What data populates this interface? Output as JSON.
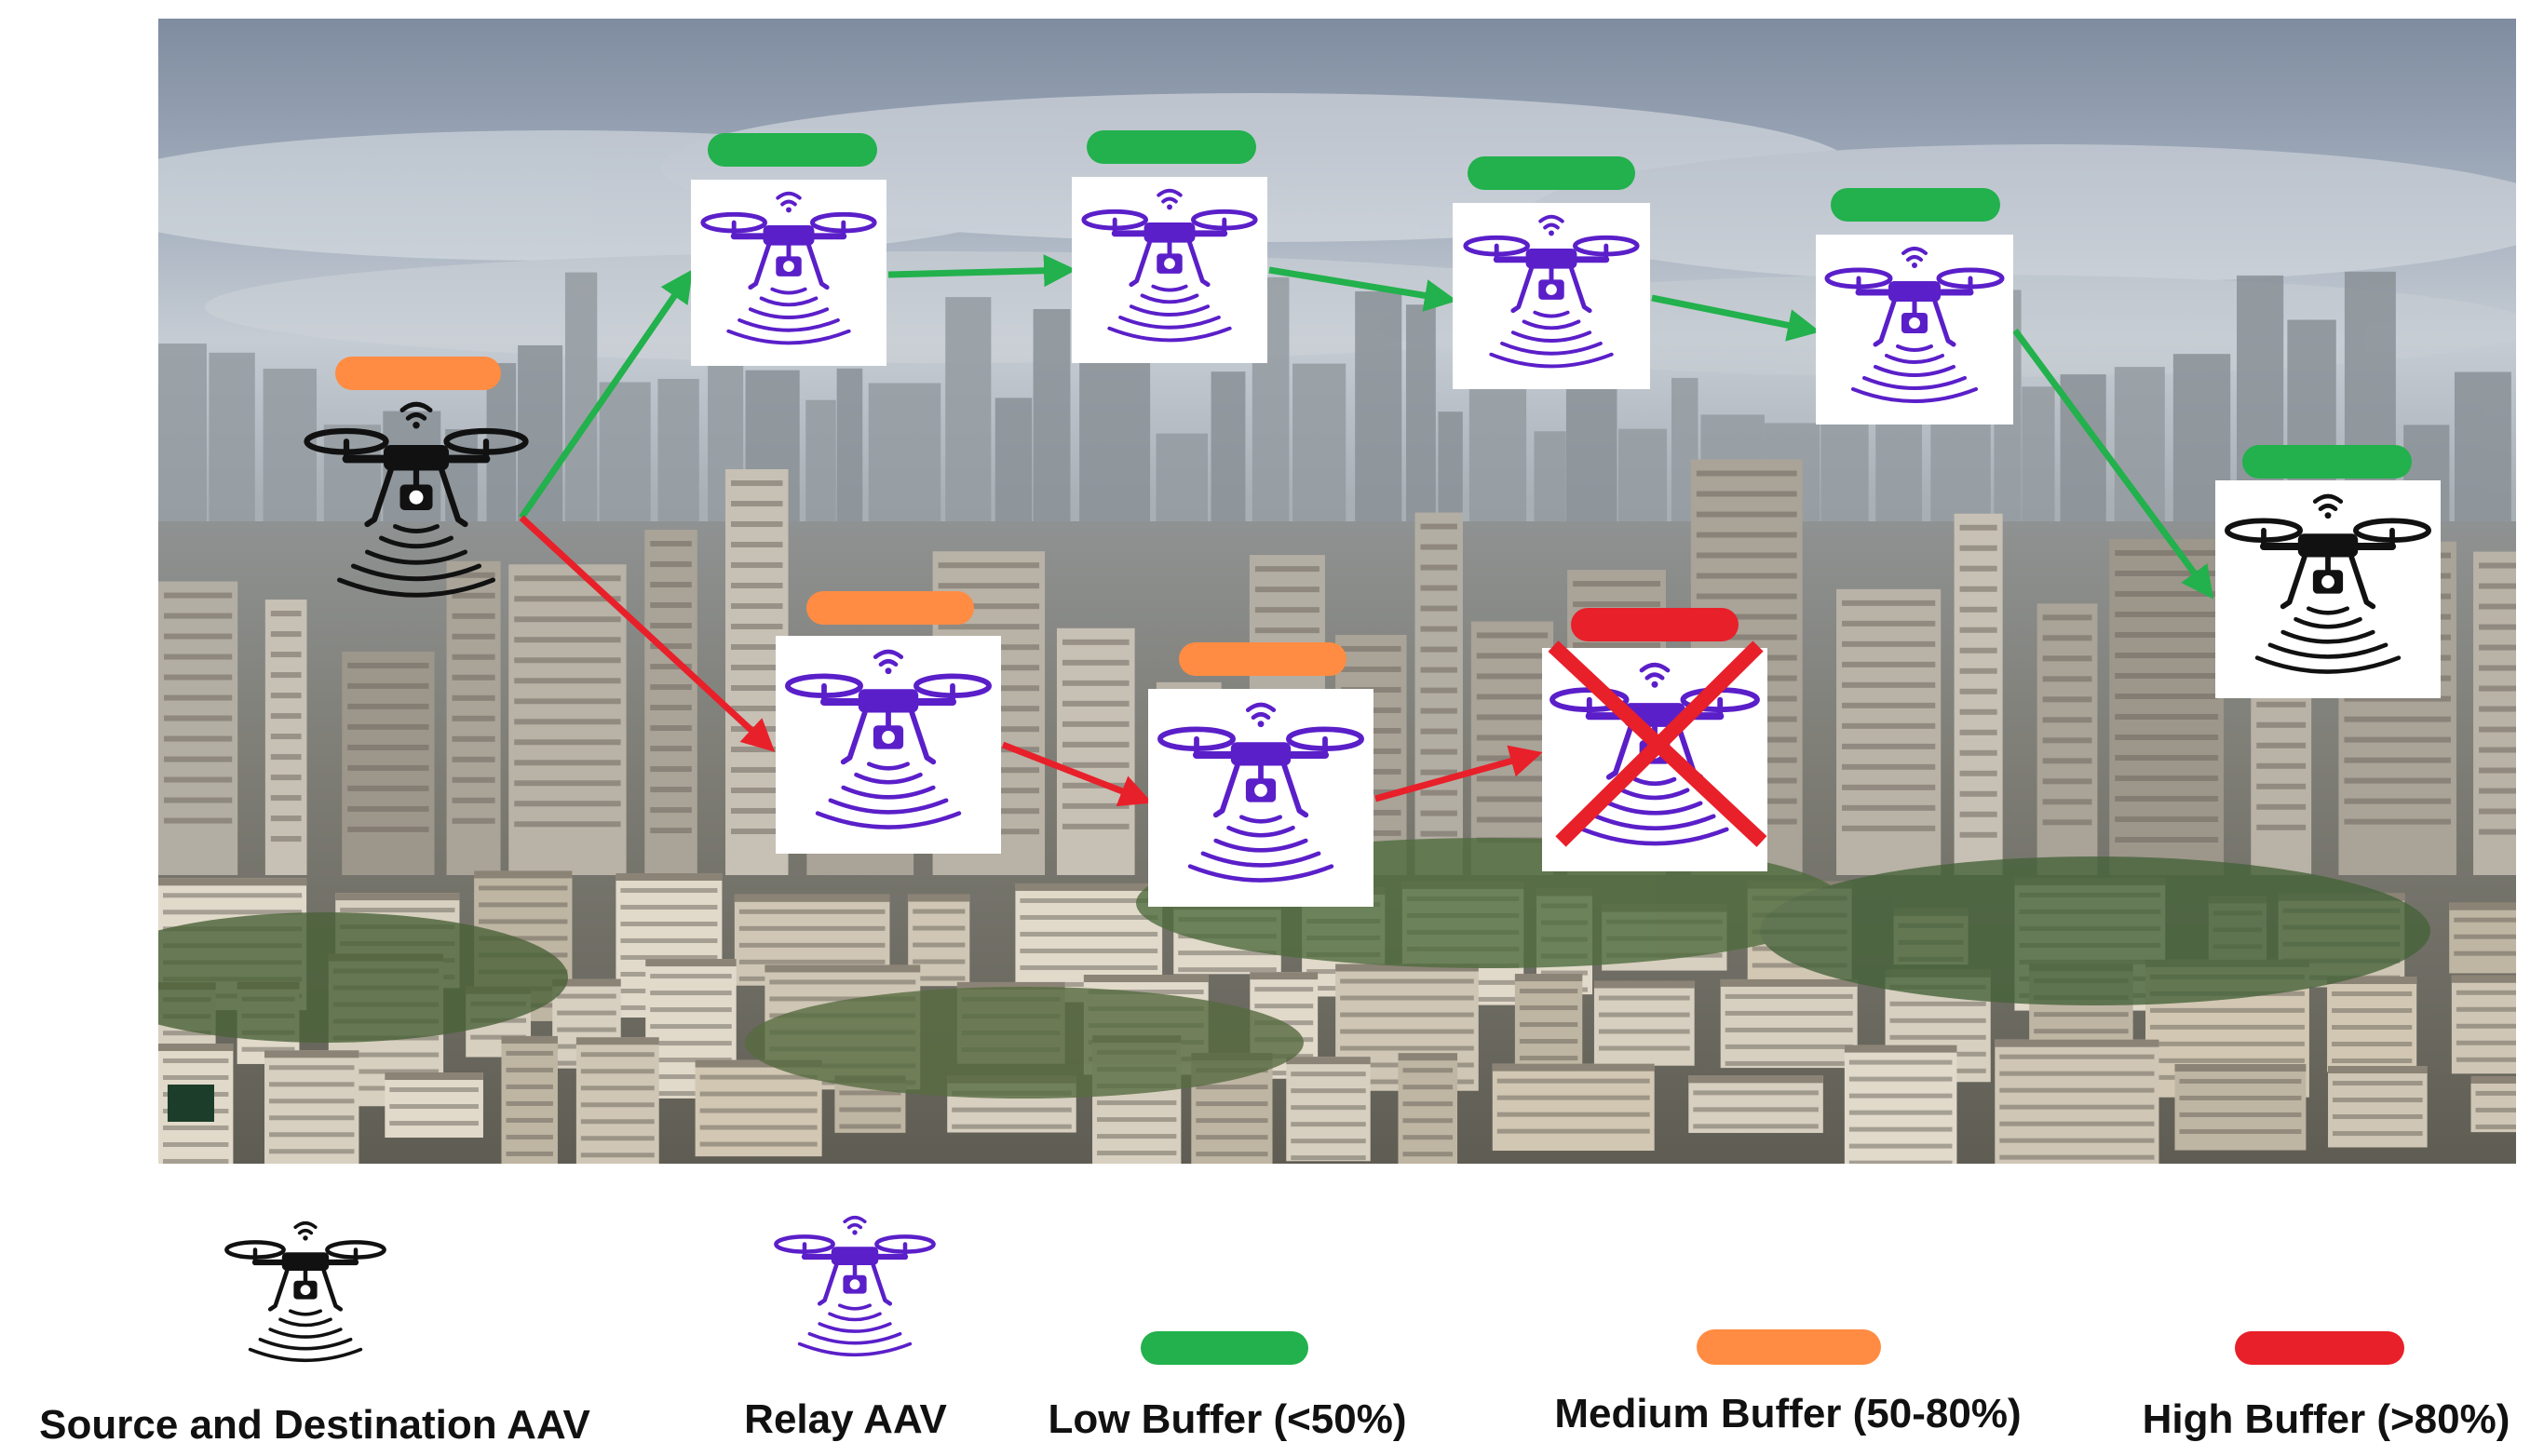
{
  "colors": {
    "low": "#22b14c",
    "medium": "#ff8c42",
    "high": "#e8202a",
    "relay": "#5a1fc9",
    "endpoint": "#111111",
    "primary_link": "#22b14c",
    "congested_link": "#e8202a"
  },
  "nodes": [
    {
      "id": "source",
      "kind": "endpoint",
      "buffer": "medium",
      "failed": false,
      "icon": "drone-icon"
    },
    {
      "id": "relay-1",
      "kind": "relay",
      "buffer": "low",
      "failed": false,
      "icon": "drone-icon"
    },
    {
      "id": "relay-2",
      "kind": "relay",
      "buffer": "low",
      "failed": false,
      "icon": "drone-icon"
    },
    {
      "id": "relay-3",
      "kind": "relay",
      "buffer": "low",
      "failed": false,
      "icon": "drone-icon"
    },
    {
      "id": "relay-4",
      "kind": "relay",
      "buffer": "low",
      "failed": false,
      "icon": "drone-icon"
    },
    {
      "id": "destination",
      "kind": "endpoint",
      "buffer": "low",
      "failed": false,
      "icon": "drone-icon"
    },
    {
      "id": "relay-5",
      "kind": "relay",
      "buffer": "medium",
      "failed": false,
      "icon": "drone-icon"
    },
    {
      "id": "relay-6",
      "kind": "relay",
      "buffer": "medium",
      "failed": false,
      "icon": "drone-icon"
    },
    {
      "id": "relay-7",
      "kind": "relay",
      "buffer": "high",
      "failed": true,
      "icon": "drone-icon"
    }
  ],
  "edges": [
    {
      "from": "source",
      "to": "relay-1",
      "path": "green"
    },
    {
      "from": "relay-1",
      "to": "relay-2",
      "path": "green"
    },
    {
      "from": "relay-2",
      "to": "relay-3",
      "path": "green"
    },
    {
      "from": "relay-3",
      "to": "relay-4",
      "path": "green"
    },
    {
      "from": "relay-4",
      "to": "destination",
      "path": "green"
    },
    {
      "from": "source",
      "to": "relay-5",
      "path": "red"
    },
    {
      "from": "relay-5",
      "to": "relay-6",
      "path": "red"
    },
    {
      "from": "relay-6",
      "to": "relay-7",
      "path": "red"
    }
  ],
  "legend": {
    "endpoint_label": "Source and Destination AAV",
    "relay_label": "Relay AAV",
    "low_label": "Low Buffer (<50%)",
    "medium_label": "Medium Buffer (50-80%)",
    "high_label": "High Buffer (>80%)"
  }
}
